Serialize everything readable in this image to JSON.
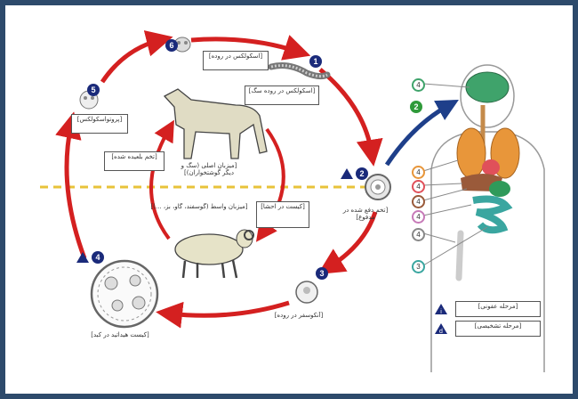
{
  "diagram": {
    "stages": [
      {
        "number": "1",
        "label": "[اسکولکس در روده سگ]"
      },
      {
        "number": "2",
        "label": "[تخم دفع شده در مدفوع]"
      },
      {
        "number": "3",
        "label": "[آنکوسفر در روده]"
      },
      {
        "number": "4",
        "label": "[کیست هیداتید در کبد]"
      },
      {
        "number": "5",
        "label": "[پروتواسکولکس]"
      },
      {
        "number": "6",
        "label": "[اسکولکس در روده]"
      }
    ],
    "organ_markers": [
      "4",
      "4",
      "4",
      "4",
      "4",
      "4",
      "3"
    ],
    "host_labels": {
      "definitive": "[میزبان اصلی (سگ و دیگر گوشتخواران)]",
      "intermediate": "[میزبان واسط (گوسفند، گاو، بز، ...)]",
      "egg_note": "[تخم بلعیده شده]",
      "cyst_note": "[کیست در احشا]"
    },
    "legend": [
      {
        "symbol": "i",
        "label": "[مرحله عفونی]"
      },
      {
        "symbol": "d",
        "label": "[مرحله تشخیصی]"
      }
    ],
    "colors": {
      "cycle_arrow": "#d42020",
      "human_arrow": "#1e3f8a",
      "dashed_line": "#e8c33a",
      "number_badge": "#1a2a7a",
      "brain": "#3fa36b",
      "lungs": "#e8963a",
      "liver": "#9a5a3a",
      "intestine": "#3aa6a0",
      "frame": "#2d4a6b"
    }
  }
}
